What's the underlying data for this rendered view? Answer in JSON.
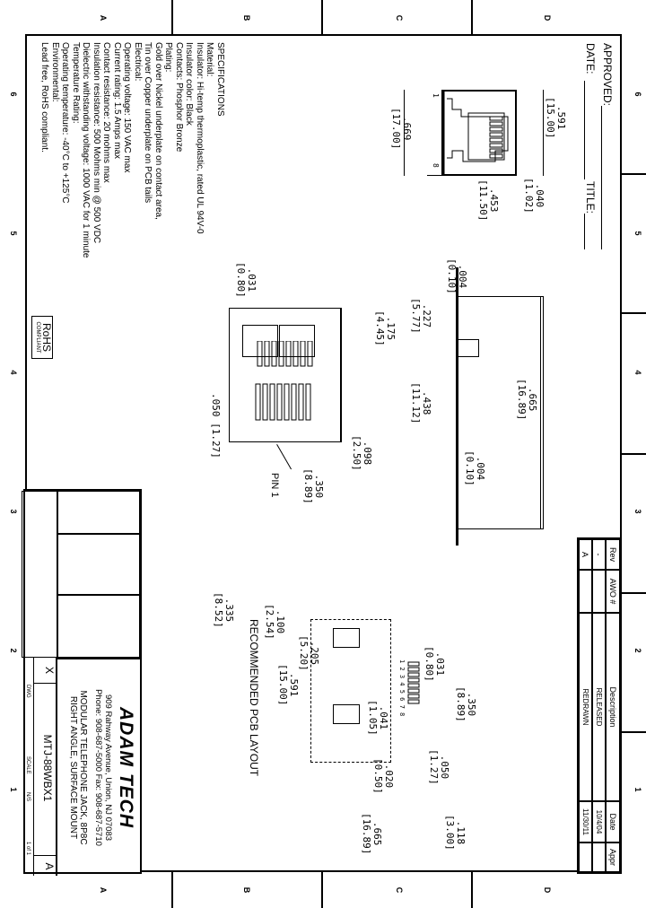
{
  "zones": {
    "columns": [
      "6",
      "5",
      "4",
      "3",
      "2",
      "1"
    ],
    "rows": [
      "D",
      "C",
      "B",
      "A"
    ]
  },
  "header": {
    "approved_label": "APPROVED:",
    "date_label": "DATE:",
    "title_label": "TITLE:"
  },
  "specifications": {
    "heading": "SPECIFICATIONS",
    "lines": [
      "Material:",
      "Insulator: Hi-temp thermoplastic, rated UL 94V-0",
      "Insulator color: Black",
      "Contacts: Phosphor Bronze",
      "Plating:",
      "Gold over Nickel underplate on contact area,",
      "Tin over Copper underplate on PCB tails",
      "Electrical:",
      "Operating voltage: 150 VAC max",
      "Current rating: 1.5 Amps max",
      "Contact resistance: 20 mohms max",
      "Insulation resistance: 500 Mohms min @ 500 VDC",
      "Dielectric withstanding voltage: 1000 VAC for 1 minute",
      "Temperature Rating:",
      "Operating temperature: -40°C to +125°C",
      "Environmental:",
      "Lead free, RoHS compliant."
    ]
  },
  "rohs": {
    "title": "RoHS",
    "subtitle": "COMPLIANT"
  },
  "revision_table": {
    "headers": [
      "Rev",
      "AWO #",
      "Description",
      "Date",
      "Appr"
    ],
    "rows": [
      [
        "-",
        "",
        "RELEASED",
        "10/4/04",
        ""
      ],
      [
        "A",
        "",
        "REDRAWN",
        "11/30/11",
        ""
      ]
    ]
  },
  "front_view": {
    "dims": {
      "d040": ".040",
      "d040_mm": "[1.02]",
      "d453": ".453",
      "d453_mm": "[11.50]",
      "d591": ".591",
      "d591_mm": "[15.00]",
      "d669": ".669",
      "d669_mm": "[17.00]"
    },
    "pin_first": "1",
    "pin_last": "8"
  },
  "side_view": {
    "dims": {
      "d004a": ".004",
      "d004a_mm": "[0.10]",
      "d227": ".227",
      "d227_mm": "[5.77]",
      "d438": ".438",
      "d438_mm": "[11.12]",
      "d665": ".665",
      "d665_mm": "[16.89]",
      "d004b": ".004",
      "d004b_mm": "[0.10]"
    }
  },
  "bottom_view": {
    "dims": {
      "d031": ".031",
      "d031_mm": "[0.80]",
      "d175": ".175",
      "d175_mm": "[4.45]",
      "d050": ".050 [1.27]",
      "d098": ".098",
      "d098_mm": "[2.50]",
      "d350": ".350",
      "d350_mm": "[8.89]"
    },
    "pin1_label": "PIN 1"
  },
  "pcb_layout": {
    "title": "RECOMMENDED PCB LAYOUT",
    "pin_numbers": "1 2 3 4 5 6 7 8",
    "dims": {
      "d335": ".335",
      "d335_mm": "[8.52]",
      "d031": ".031",
      "d031_mm": "[0.80]",
      "d205": ".205",
      "d205_mm": "[5.20]",
      "d100": ".100",
      "d100_mm": "[2.54]",
      "d350": ".350",
      "d350_mm": "[8.89]",
      "d041": ".041",
      "d041_mm": "[1.05]",
      "d591": ".591",
      "d591_mm": "[15.00]",
      "d050": ".050",
      "d050_mm": "[1.27]",
      "d020": ".020",
      "d020_mm": "[0.50]",
      "d118": ".118",
      "d118_mm": "[3.00]",
      "d665": ".665",
      "d665_mm": "[16.89]"
    }
  },
  "title_block": {
    "company": "ADAM TECH",
    "address": "909 Rahway Avenue, Union, NJ 07083",
    "phone": "Phone: 908-687-5000 Fax: 908-687-5710",
    "description_line1": "MODULAR TELEPHONE JACK, 8P8C",
    "description_line2": "RIGHT ANGLE, SURFACE MOUNT",
    "part_number": "MTJ-88WBX1",
    "size": "A",
    "scale_mark": "X",
    "sheet": "1 of 1",
    "small_field_1": "DWG",
    "small_field_2": "SCALE",
    "small_field_3": "N/S",
    "rev": "A"
  }
}
